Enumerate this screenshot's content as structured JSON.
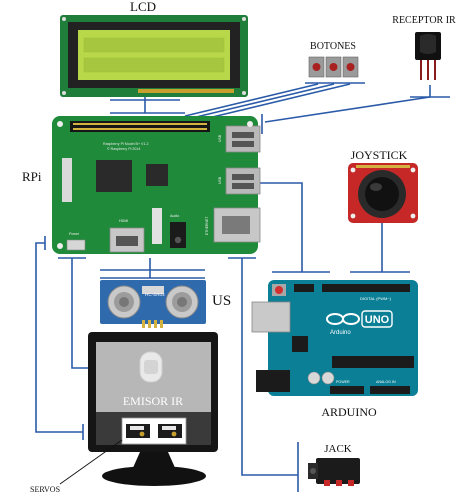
{
  "labels": {
    "lcd": "LCD",
    "receptor_ir": "RECEPTOR IR",
    "botones": "BOTONES",
    "rpi": "RPi",
    "joystick": "JOYSTICK",
    "us": "US",
    "emisor_ir": "EMISOR IR",
    "arduino": "ARDUINO",
    "jack": "JACK",
    "servos": "SERVOS"
  },
  "board_text": {
    "rpi_model": "Raspberry Pi Model B+ V1.2",
    "rpi_copyright": "© Raspberry Pi 2014",
    "usb": "USB",
    "hdmi": "HDMI",
    "power": "Power",
    "audio": "Audio",
    "ethernet": "ETHERNET",
    "us_model": "HC-SR04",
    "uno": "UNO",
    "arduino_brand": "Arduino",
    "power_pins": "POWER",
    "analog_in": "ANALOG IN",
    "digital_pwm": "DIGITAL (PWM~)"
  },
  "colors": {
    "wire": "#2a5aa8",
    "rpi_board": "#1f8a3a",
    "arduino_board": "#0a7f95",
    "lcd_screen": "#b8d84a",
    "joystick_board": "#c62828"
  }
}
